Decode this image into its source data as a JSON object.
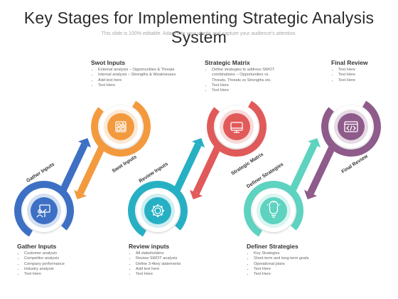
{
  "title": "Key Stages for Implementing Strategic Analysis System",
  "subtitle": "This slide is 100% editable. Adapt it to your needs and capture your audience's attention.",
  "colors": {
    "gather": "#3d70c4",
    "swot": "#f39a3f",
    "review": "#27b0c4",
    "strategic": "#e15a5a",
    "definer": "#5dd3c0",
    "final": "#8e5b8b"
  },
  "stages": {
    "swot": {
      "heading": "Swot Inputs",
      "items": [
        "External analysis – Opportunities & Threats",
        "Internal analysis – Strengths & Weaknesses",
        "Add text here",
        "Text Here"
      ],
      "arrow_label": "Swot Inputs",
      "icon": "shapes-icon"
    },
    "strategic": {
      "heading": "Strategic Matrix",
      "items": [
        "Define strategies to address SWOT combinations – Opportunities vs Threats, Threats vs Strengths etc.",
        "Text Here",
        "Text Here"
      ],
      "arrow_label": "Strategic Matrix",
      "icon": "monitor-icon"
    },
    "final": {
      "heading": "Final Review",
      "items": [
        "Text Here",
        "Text Here",
        "Text Here"
      ],
      "arrow_label": "Final Review",
      "icon": "code-window-icon"
    },
    "gather": {
      "heading": "Gather Inputs",
      "items": [
        "Customer analysis",
        "Competitor analysis",
        "Company performance",
        "Industry analysis",
        "Text Here"
      ],
      "arrow_label": "Gather Inputs",
      "icon": "presentation-icon"
    },
    "review": {
      "heading": "Review inputs",
      "items": [
        "All stakeholders",
        "Review SWOT analysis",
        "Define 3-4key statements",
        "Add text here",
        "Text Here"
      ],
      "arrow_label": "Review Inputs",
      "icon": "gear-icon"
    },
    "definer": {
      "heading": "Definer Strategies",
      "items": [
        "Key Strategies",
        "Short-term and long-term goals",
        "Operational plans",
        "Text Here",
        "Text Here"
      ],
      "arrow_label": "Definer Strategies",
      "icon": "lightbulb-icon"
    }
  }
}
